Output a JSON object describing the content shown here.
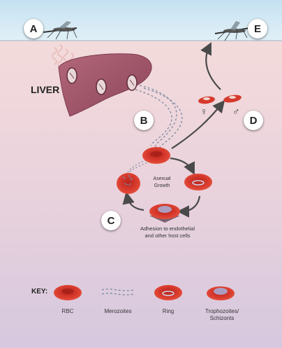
{
  "stage_labels": {
    "a": "A",
    "b": "B",
    "c": "C",
    "d": "D",
    "e": "E"
  },
  "organ_label": "LIVER",
  "cycle_label_line1": "Asexual",
  "cycle_label_line2": "Growth",
  "adhesion_line1": "Adhesion to endothelial",
  "adhesion_line2": "and other host cells",
  "sex_symbols": {
    "female": "♀",
    "male": "♂"
  },
  "key": {
    "title": "KEY:",
    "rbc": "RBC",
    "merozoites": "Merozoites",
    "ring": "Ring",
    "troph_line1": "Trophozoites/",
    "troph_line2": "Schizonts"
  },
  "colors": {
    "sky_top": "#c9e3f2",
    "sky_bottom": "#dceef6",
    "bg_pink": "#f4dadb",
    "bg_violet": "#d8cadf",
    "liver": "#a2566a",
    "rbc": "#d1362a",
    "arrow": "#4a4a4a"
  }
}
